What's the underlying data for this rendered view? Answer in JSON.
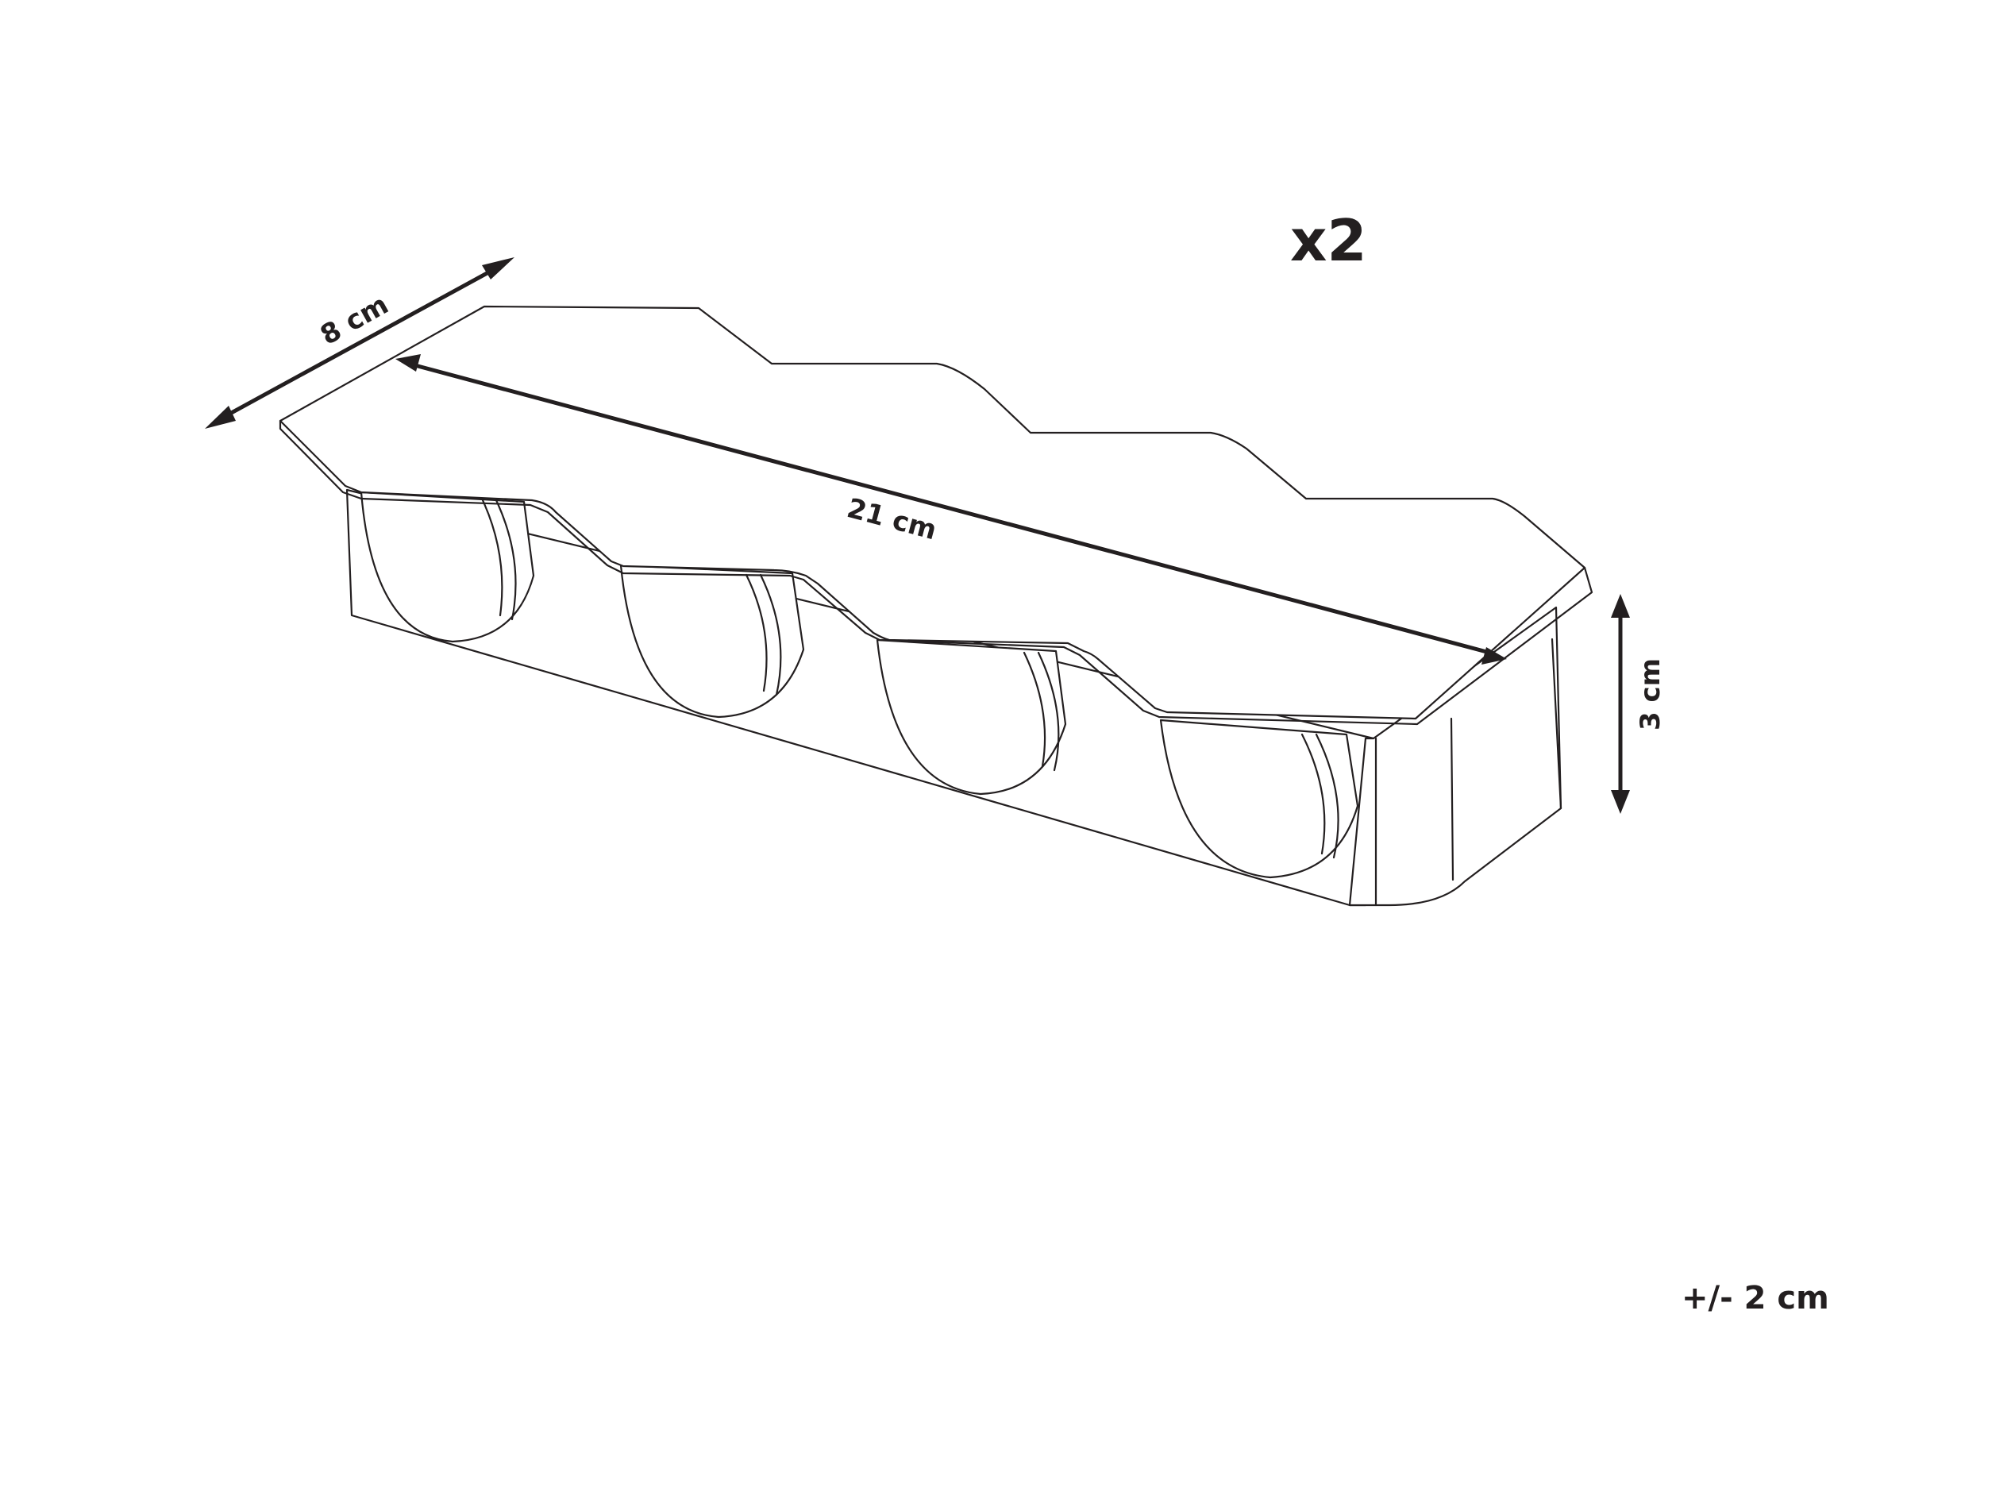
{
  "labels": {
    "quantity": "x2",
    "depth": "8 cm",
    "width": "21 cm",
    "height": "3 cm",
    "tolerance": "+/- 2 cm"
  },
  "colors": {
    "line": "#231f20",
    "background": "#ffffff"
  },
  "product": {
    "type": "shelf",
    "cup_holders": 4
  }
}
